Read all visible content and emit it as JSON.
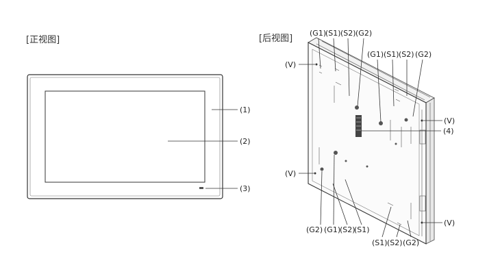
{
  "front": {
    "title": "[正视图]",
    "callouts": [
      "(1)",
      "(2)",
      "(3)"
    ]
  },
  "rear": {
    "title": "[后视图]",
    "top_row_1": [
      "(G1)",
      "(S1)",
      "(S2)",
      "(G2)"
    ],
    "top_row_2": [
      "(G1)",
      "(S1)",
      "(S2)",
      "(G2)"
    ],
    "v_upper_left": "(V)",
    "v_upper_right": "(V)",
    "v_lower_left": "(V)",
    "v_lower_right": "(V)",
    "callout_4": "(4)",
    "bottom_left": [
      "(G2)",
      "(G1)",
      "(S2)",
      "(S1)"
    ],
    "bottom_right": [
      "(S1)",
      "(S2)",
      "(G2)"
    ]
  }
}
